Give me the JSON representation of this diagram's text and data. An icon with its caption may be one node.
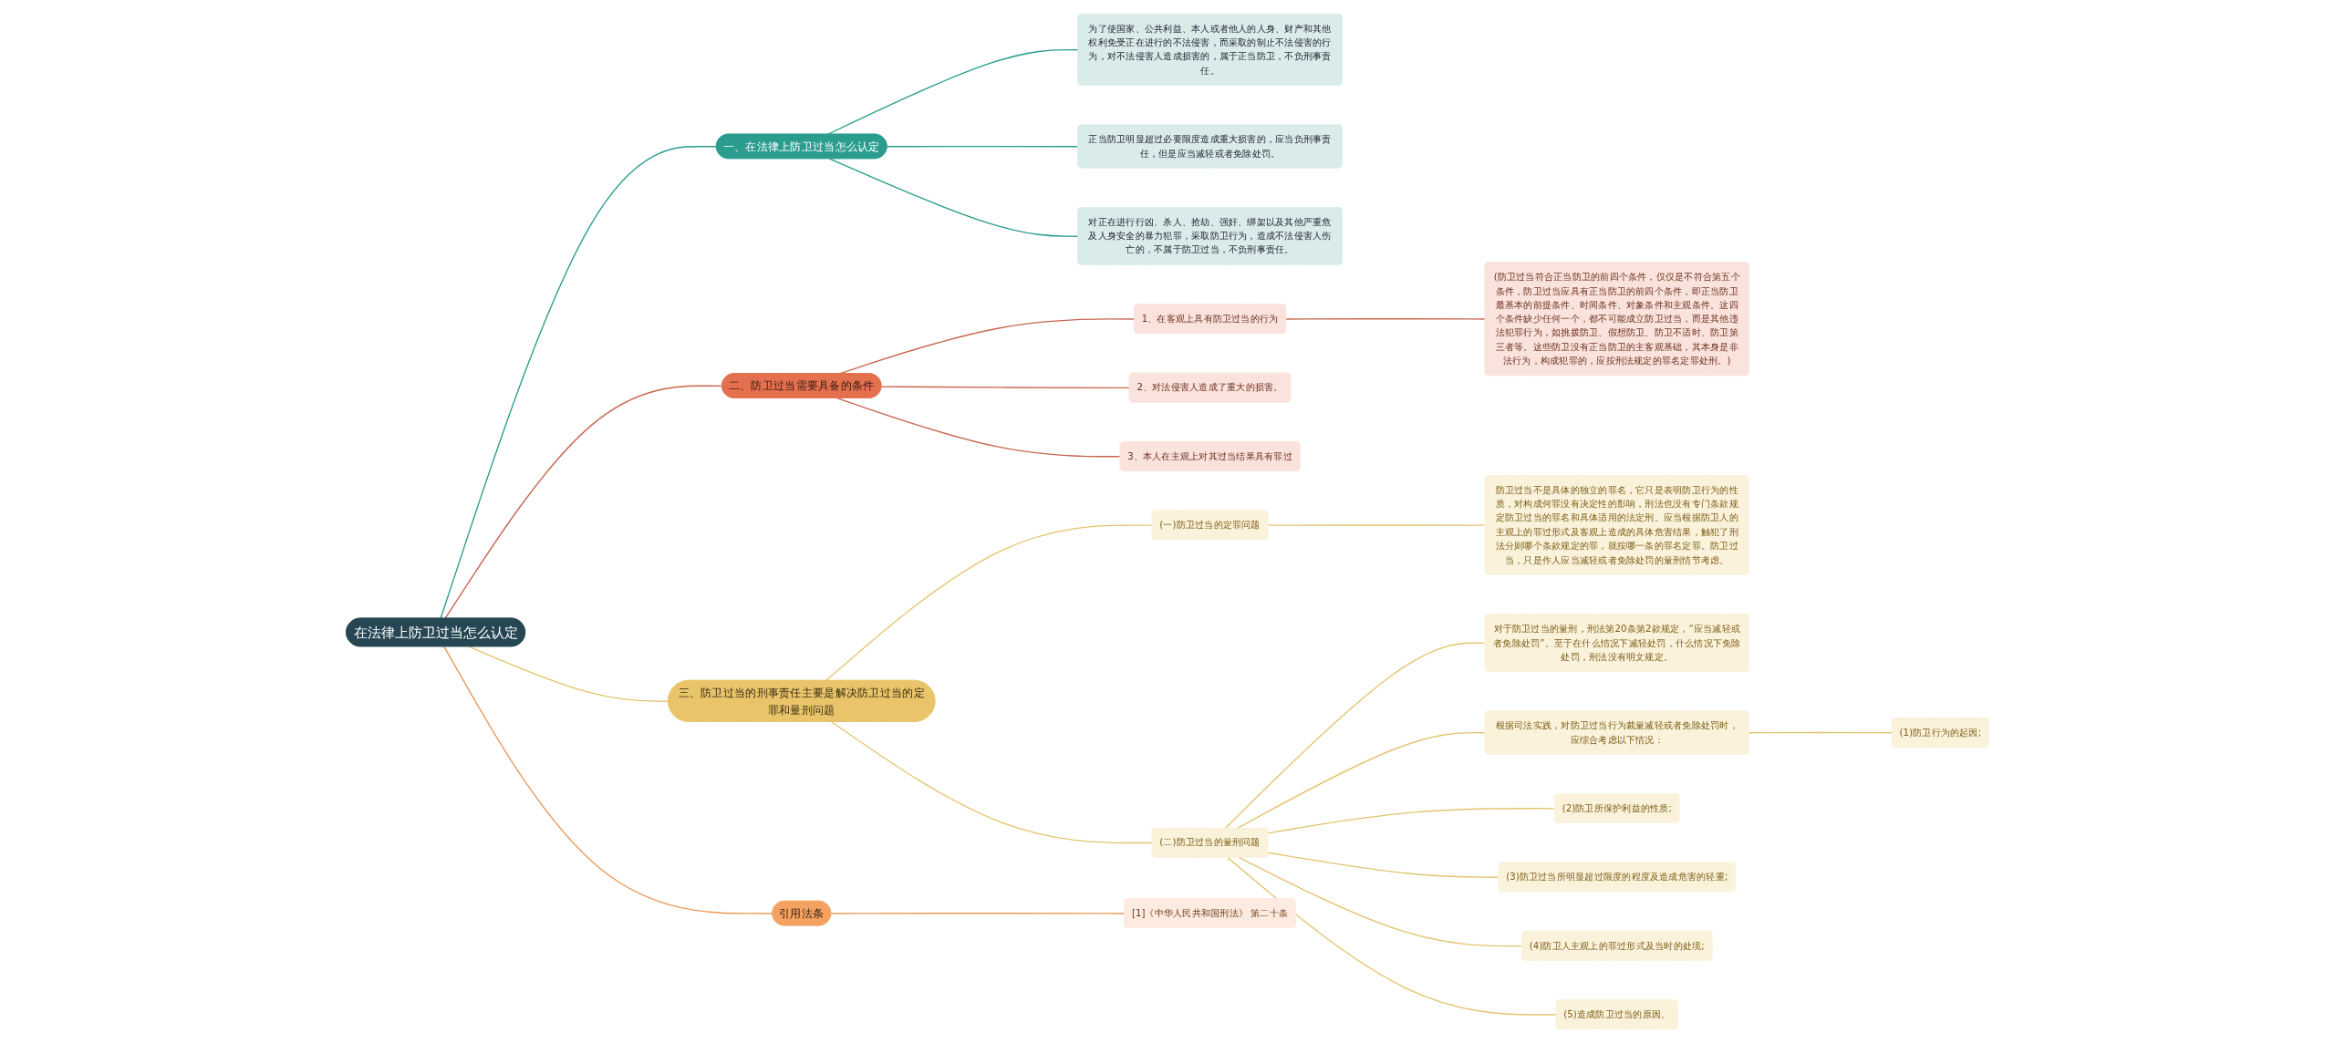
{
  "diagram": {
    "nodes": [
      {
        "text": [
          "在法律上防卫过当怎么认定"
        ]
      },
      {
        "text": [
          "一、在法律上防卫过当怎么认定"
        ]
      },
      {
        "text": [
          "为了使国家、公共利益、本人或者他人的人身、财产和其他权利免受正在进行的不法侵害，而采取的制止不法侵害的行为，对不法侵害人造成损害的，属于正当防卫，不负刑事责任。"
        ]
      },
      {
        "text": [
          "正当防卫明显超过必要限度造成重大损害的，应当负刑事责任，但是应当减轻或者免除处罚。"
        ]
      },
      {
        "text": [
          "对正在进行行凶、杀人、抢劫、强奸、绑架以及其他严重危及人身安全的暴力犯罪，采取防卫行为，造成不法侵害人伤亡的，不属于防卫过当，不负刑事责任。"
        ]
      },
      {
        "text": [
          "二、防卫过当需要具备的条件"
        ]
      },
      {
        "text": [
          "1、在客观上具有防卫过当的行为"
        ]
      },
      {
        "text": [
          "(防卫过当符合正当防卫的前四个条件，仅仅是不符合第五个条件，防卫过当应具有正当防卫的前四个条件，即正当防卫最基本的前提条件、时间条件、对象条件和主观条件。这四个条件缺少任何一个，都不可能成立防卫过当，而是其他违法犯罪行为，如挑拨防卫、假想防卫、防卫不适时、防卫第三者等。这些防卫没有正当防卫的主客观基础，其本身是非法行为，构成犯罪的，应按刑法规定的罪名定罪处刑。)"
        ]
      },
      {
        "text": [
          "2、对法侵害人造成了重大的损害。"
        ]
      },
      {
        "text": [
          "3、本人在主观上对其过当结果具有罪过"
        ]
      },
      {
        "text": [
          "三、防卫过当的刑事责任主要是解决防卫过当的定罪和量刑问题"
        ]
      },
      {
        "text": [
          "(一)防卫过当的定罪问题"
        ]
      },
      {
        "text": [
          "防卫过当不是具体的独立的罪名，它只是表明防卫行为的性质，对构成何罪没有决定性的影响，刑法也没有专门条款规定防卫过当的罪名和具体适用的法定刑。应当根据防卫人的主观上的罪过形式及客观上造成的具体危害结果，触犯了刑法分则哪个条款规定的罪，就按哪一条的罪名定罪。防卫过当，只是作人应当减轻或者免除处罚的量刑情节考虑。"
        ]
      },
      {
        "text": [
          "(二)防卫过当的量刑问题"
        ]
      },
      {
        "text": [
          "对于防卫过当的量刑，刑法第20条第2款规定，“应当减轻或者免除处罚”。至于在什么情况下减轻处罚，什么情况下免除处罚，刑法没有明文规定。"
        ]
      },
      {
        "text": [
          "根据司法实践，对防卫过当行为裁量减轻或者免除处罚时，应综合考虑以下情况："
        ]
      },
      {
        "text": [
          "(1)防卫行为的起因;"
        ]
      },
      {
        "text": [
          "(2)防卫所保护利益的性质;"
        ]
      },
      {
        "text": [
          "(3)防卫过当所明显超过限度的程度及造成危害的轻重;"
        ]
      },
      {
        "text": [
          "(4)防卫人主观上的罪过形式及当时的处境;"
        ]
      },
      {
        "text": [
          "(5)造成防卫过当的原因。"
        ]
      },
      {
        "text": [
          "引用法条"
        ]
      },
      {
        "text": [
          "[1]《中华人民共和国刑法》 第二十条"
        ]
      }
    ],
    "edges": [
      {
        "from": 0,
        "to": 1,
        "arrow": "none",
        "color": "#2a9d8f"
      },
      {
        "from": 1,
        "to": 2,
        "arrow": "none",
        "color": "#2a9d8f"
      },
      {
        "from": 1,
        "to": 3,
        "arrow": "none",
        "color": "#2a9d8f"
      },
      {
        "from": 1,
        "to": 4,
        "arrow": "none",
        "color": "#2a9d8f"
      },
      {
        "from": 0,
        "to": 5,
        "arrow": "none",
        "color": "#c8664e"
      },
      {
        "from": 5,
        "to": 6,
        "arrow": "none",
        "color": "#c8664e"
      },
      {
        "from": 6,
        "to": 7,
        "arrow": "none",
        "color": "#c8664e"
      },
      {
        "from": 5,
        "to": 8,
        "arrow": "none",
        "color": "#c8664e"
      },
      {
        "from": 5,
        "to": 9,
        "arrow": "none",
        "color": "#c8664e"
      },
      {
        "from": 0,
        "to": 10,
        "arrow": "none"
      },
      {
        "from": 10,
        "to": 11,
        "arrow": "none"
      },
      {
        "from": 11,
        "to": 12,
        "arrow": "none"
      },
      {
        "from": 10,
        "to": 13,
        "arrow": "none"
      },
      {
        "from": 13,
        "to": 14,
        "arrow": "none"
      },
      {
        "from": 13,
        "to": 15,
        "arrow": "none"
      },
      {
        "from": 15,
        "to": 16,
        "arrow": "none"
      },
      {
        "from": 13,
        "to": 17,
        "arrow": "none"
      },
      {
        "from": 13,
        "to": 18,
        "arrow": "none"
      },
      {
        "from": 13,
        "to": 19,
        "arrow": "none"
      },
      {
        "from": 13,
        "to": 20,
        "arrow": "none"
      },
      {
        "from": 0,
        "to": 21,
        "arrow": "none",
        "color": "#e8995a"
      },
      {
        "from": 21,
        "to": 22,
        "arrow": "none",
        "color": "#e8995a"
      }
    ]
  }
}
